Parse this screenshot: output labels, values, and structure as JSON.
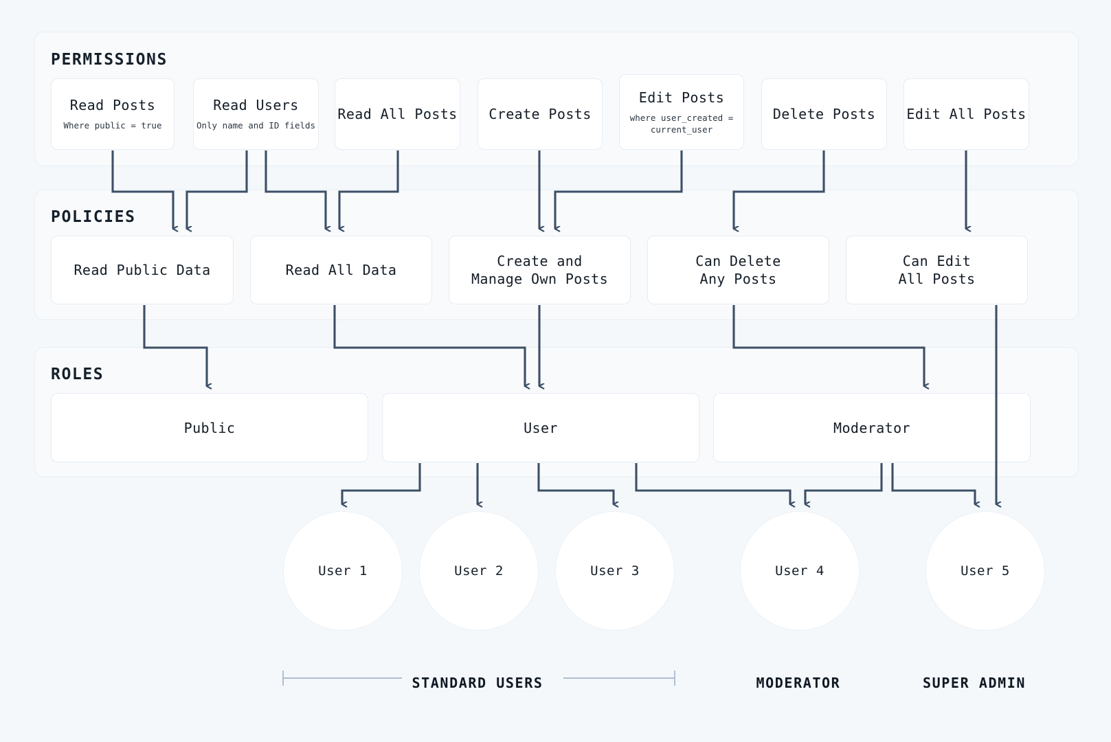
{
  "theme": {
    "page_bg": "#f4f8fb",
    "band_bg": "#f8fafc",
    "band_border": "#e8eef4",
    "card_bg": "#ffffff",
    "card_border": "#e6ecf2",
    "connector": "#3d4f66",
    "bracket": "#aebdd1",
    "text": "#131c26"
  },
  "sections": {
    "permissions": {
      "title": "PERMISSIONS"
    },
    "policies": {
      "title": "POLICIES"
    },
    "roles": {
      "title": "ROLES"
    }
  },
  "permissions": [
    {
      "title": "Read Posts",
      "sub": "Where public = true"
    },
    {
      "title": "Read Users",
      "sub": "Only name and ID fields"
    },
    {
      "title": "Read All Posts",
      "sub": ""
    },
    {
      "title": "Create Posts",
      "sub": ""
    },
    {
      "title": "Edit Posts",
      "sub": "where user_created =\ncurrent_user"
    },
    {
      "title": "Delete Posts",
      "sub": ""
    },
    {
      "title": "Edit All Posts",
      "sub": ""
    }
  ],
  "policies": [
    {
      "title": "Read Public Data"
    },
    {
      "title": "Read All Data"
    },
    {
      "title": "Create and\nManage Own Posts"
    },
    {
      "title": "Can Delete\nAny Posts"
    },
    {
      "title": "Can Edit\nAll Posts"
    }
  ],
  "roles": [
    {
      "title": "Public"
    },
    {
      "title": "User"
    },
    {
      "title": "Moderator"
    }
  ],
  "users": [
    {
      "label": "User 1"
    },
    {
      "label": "User 2"
    },
    {
      "label": "User 3"
    },
    {
      "label": "User 4"
    },
    {
      "label": "User 5"
    }
  ],
  "group_labels": [
    {
      "label": "STANDARD USERS"
    },
    {
      "label": "MODERATOR"
    },
    {
      "label": "SUPER ADMIN"
    }
  ]
}
